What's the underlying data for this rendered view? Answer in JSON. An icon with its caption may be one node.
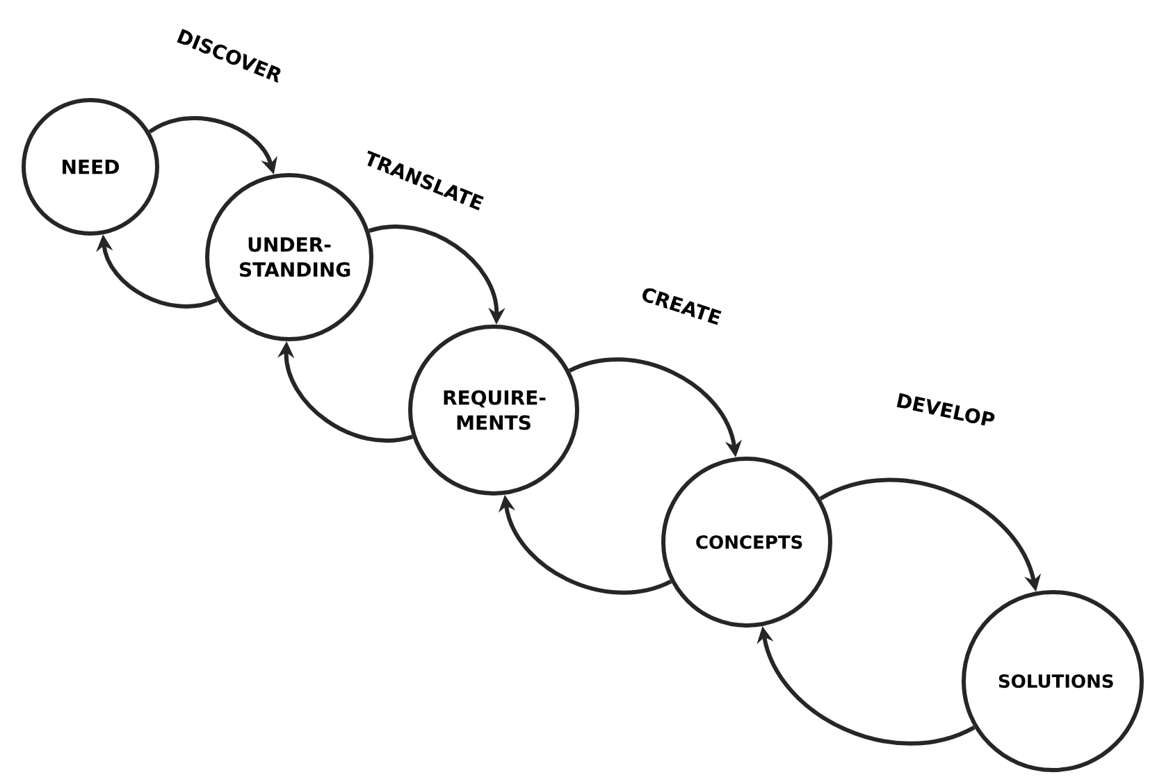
{
  "diagram": {
    "nodes": [
      {
        "text": [
          "NEED"
        ]
      },
      {
        "text": [
          "UNDER-STANDING"
        ]
      },
      {
        "text": [
          "REQUIRE-MENTS"
        ]
      },
      {
        "text": [
          "CONCEPTS"
        ]
      },
      {
        "text": [
          "SOLUTIONS"
        ]
      }
    ],
    "edges": [
      {
        "from": 0,
        "to": 1,
        "arrow": "to",
        "label": "DISCOVER"
      },
      {
        "from": 1,
        "to": 2,
        "arrow": "to",
        "label": "TRANSLATE"
      },
      {
        "from": 2,
        "to": 3,
        "arrow": "to",
        "label": "CREATE"
      },
      {
        "from": 3,
        "to": 4,
        "arrow": "to",
        "label": "DEVELOP"
      },
      {
        "from": 1,
        "to": 0,
        "arrow": "to"
      },
      {
        "from": 2,
        "to": 1,
        "arrow": "to"
      },
      {
        "from": 3,
        "to": 2,
        "arrow": "to"
      },
      {
        "from": 4,
        "to": 3,
        "arrow": "to"
      }
    ]
  }
}
